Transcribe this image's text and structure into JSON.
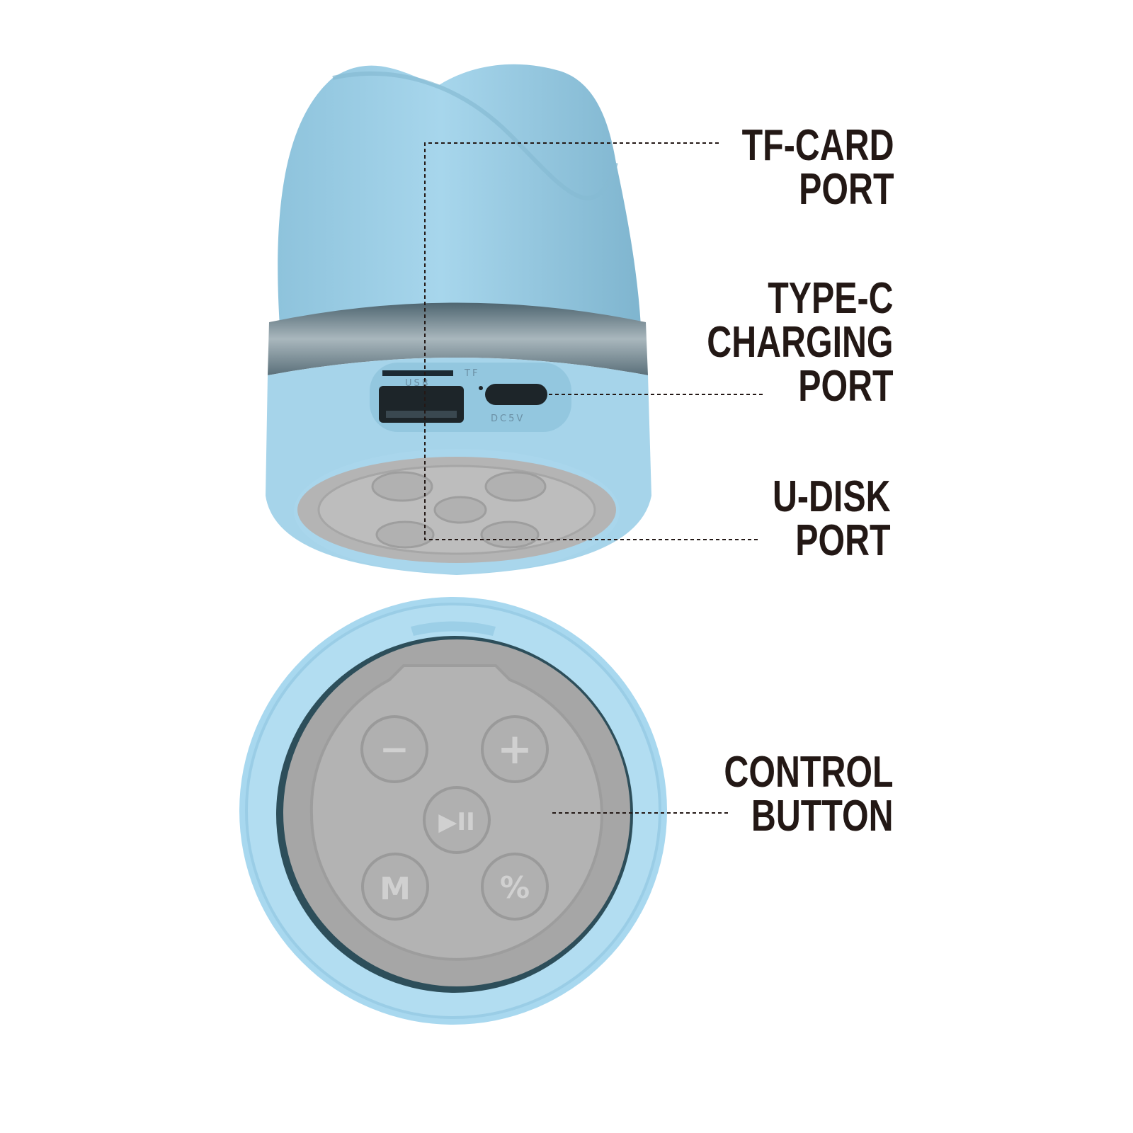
{
  "callouts": {
    "tf_card": [
      "TF-CARD",
      "PORT"
    ],
    "type_c": [
      "TYPE-C",
      "CHARGING",
      "PORT"
    ],
    "u_disk": [
      "U-DISK",
      "PORT"
    ],
    "control": [
      "CONTROL",
      "BUTTON"
    ]
  },
  "port_markings": {
    "usb": "USB",
    "tf": "TF",
    "dc": "DC5V"
  },
  "buttons": {
    "minus": "−",
    "plus": "+",
    "play_pause": "▶II",
    "mode": "M",
    "light_power": "%"
  },
  "colors": {
    "body": "#9fd0e8",
    "plate": "#b7b7b7",
    "text": "#231815"
  }
}
